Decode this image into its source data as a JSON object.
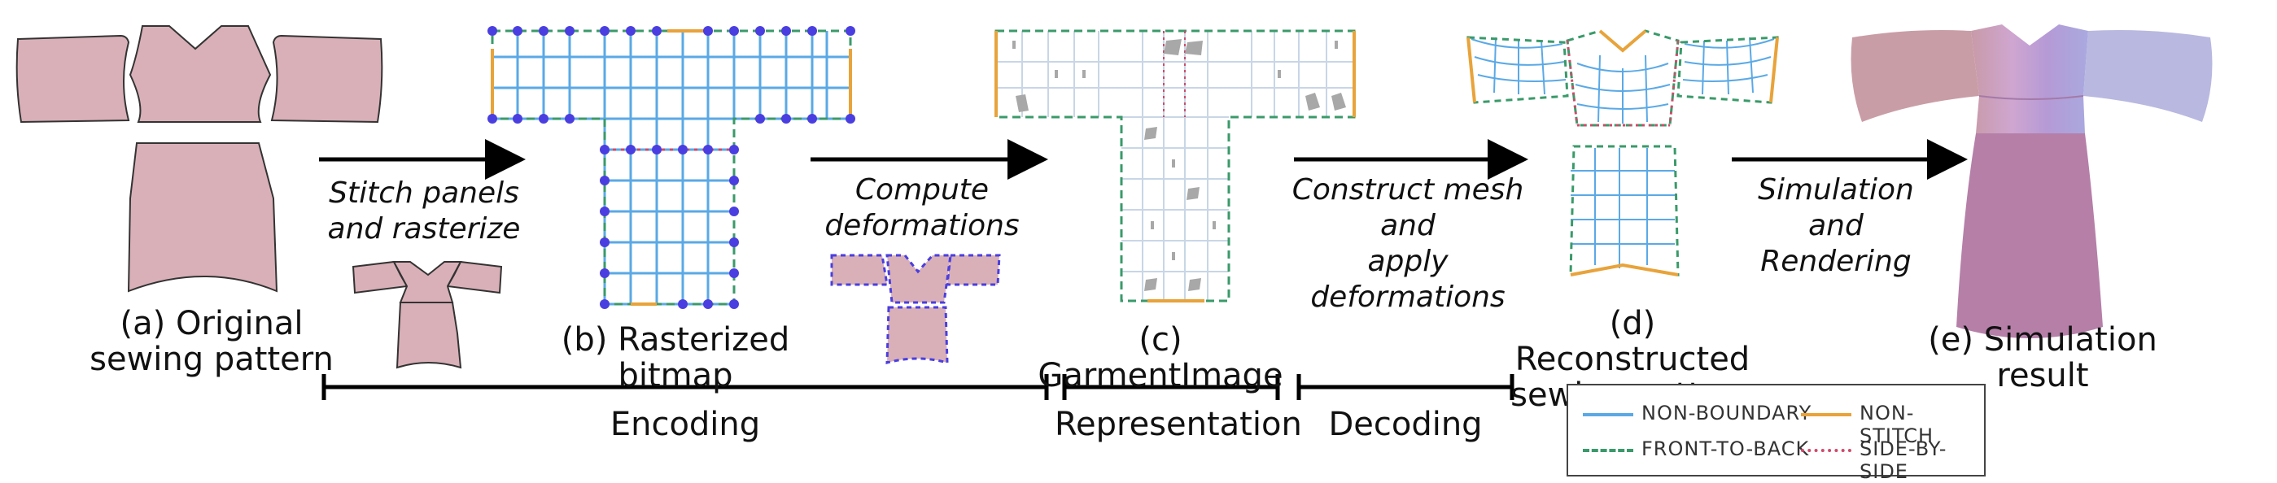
{
  "labels": {
    "a": "(a) Original\nsewing pattern",
    "b": "(b) Rasterized bitmap",
    "c": "(c) GarmentImage",
    "d": "(d) Reconstructed\nsewing pattern",
    "e": "(e) Simulation result"
  },
  "steps": {
    "s1": "Stitch panels\nand rasterize",
    "s2": "Compute\ndeformations",
    "s3": "Construct mesh\nand\napply deformations",
    "s4": "Simulation\nand\nRendering"
  },
  "sections": {
    "encoding": "Encoding",
    "representation": "Representation",
    "decoding": "Decoding"
  },
  "legend": {
    "non_boundary": "NON-BOUNDARY",
    "non_stitch": "NON-STITCH",
    "front_to_back": "FRONT-TO-BACK",
    "side_by_side": "SIDE-BY-SIDE"
  },
  "colors": {
    "non_boundary": "#5aa9e6",
    "non_stitch": "#e8a33a",
    "front_to_back": "#3a9a6a",
    "side_by_side": "#d04a6a",
    "fabric": "#d9b0b8",
    "vertex": "#4a3ee0",
    "deform": "#a8a8a8"
  }
}
